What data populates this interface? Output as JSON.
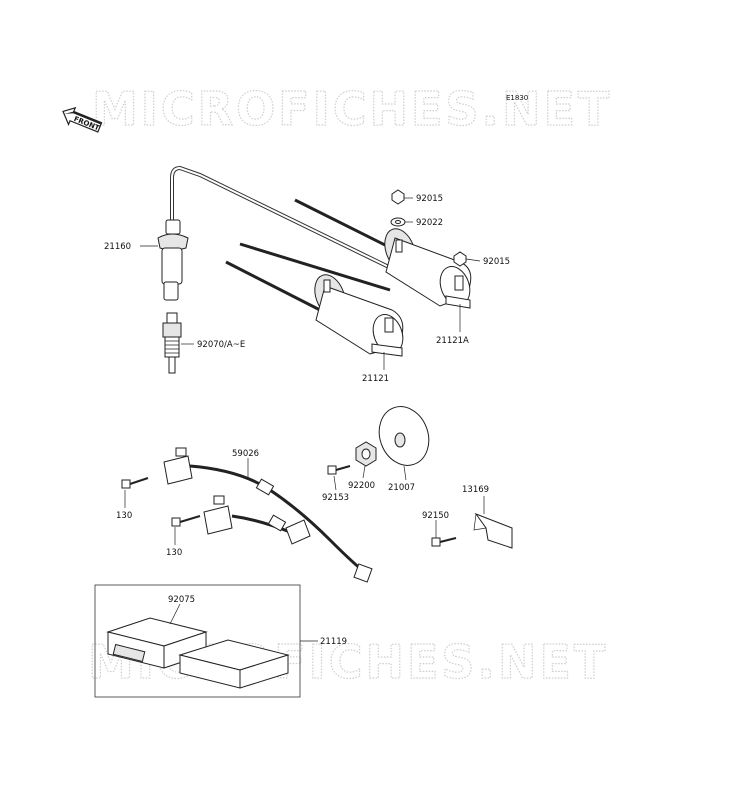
{
  "watermark": {
    "text": "MICROFICHES.NET"
  },
  "diagram_code": "E1830",
  "front_marker": {
    "text": "FRONT"
  },
  "callouts": {
    "p92015a": "92015",
    "p92022": "92022",
    "p92015b": "92015",
    "p21160": "21160",
    "p92070": "92070/A~E",
    "p21121a": "21121A",
    "p21121": "21121",
    "p59026": "59026",
    "p130a": "130",
    "p130b": "130",
    "p92153": "92153",
    "p92200": "92200",
    "p21007": "21007",
    "p13169": "13169",
    "p92150": "92150",
    "p92075": "92075",
    "p21119": "21119"
  }
}
